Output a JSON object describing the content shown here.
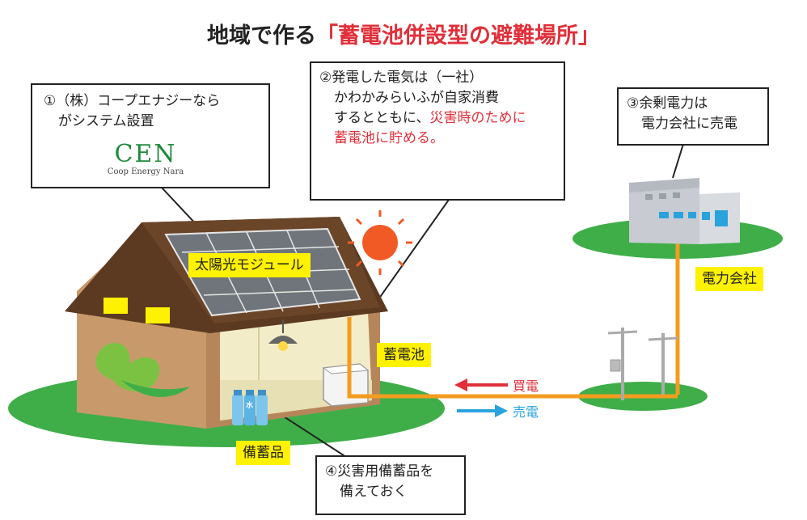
{
  "title": {
    "main": "地域で作る",
    "accent": "「蓄電池併設型の避難場所」"
  },
  "callout1": {
    "line1": "①（株）コープエナジーなら",
    "line2": "がシステム設置"
  },
  "cen_logo": {
    "text": "CEN",
    "subtext": "Coop Energy Nara"
  },
  "callout2": {
    "line1": "②発電した電気は（一社）",
    "line2": "かわかみらいふが自家消費",
    "line3_plain": "するとともに、",
    "line3_red": "災害時のために",
    "line4_red": "蓄電池に貯める。"
  },
  "callout3": {
    "line1": "③余剰電力は",
    "line2": "電力会社に売電"
  },
  "callout4": {
    "line1": "④災害用備蓄品を",
    "line2": "備えておく"
  },
  "labels": {
    "solar": "太陽光モジュール",
    "battery": "蓄電池",
    "company": "電力会社",
    "stockpile": "備蓄品",
    "water": "水"
  },
  "flows": {
    "buy": "買電",
    "sell": "売電"
  },
  "colors": {
    "accent_red": "#e0303a",
    "label_yellow": "#fff200",
    "wire_orange": "#f39c1f",
    "sell_blue": "#2aa3dc",
    "grass": "#3fae49"
  }
}
